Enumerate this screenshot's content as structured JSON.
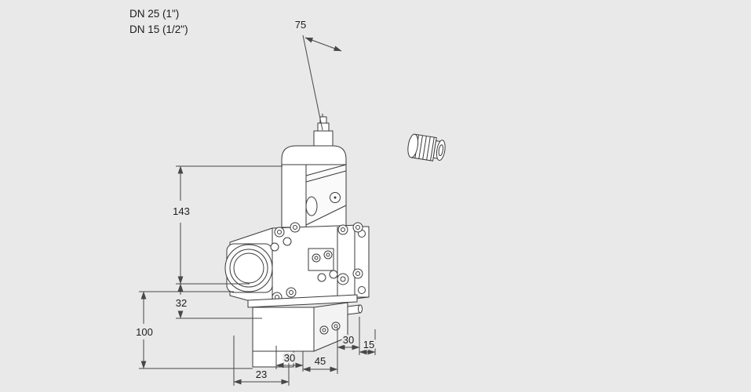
{
  "labels": {
    "dn_large": "DN 25 (1\")",
    "dn_small": "DN 15 (1/2\")"
  },
  "dimensions": {
    "top_width": "75",
    "actuator_height": "143",
    "port_offset": "32",
    "body_height": "100",
    "foot_offset": "23",
    "bottom_left": "30",
    "bottom_mid": "45",
    "right_upper": "30",
    "right_lower": "15"
  },
  "colors": {
    "background": "#e9e9e9",
    "drawing_line": "#3a3a3a",
    "dimension_line": "#474747",
    "text": "#1c1c1c"
  }
}
